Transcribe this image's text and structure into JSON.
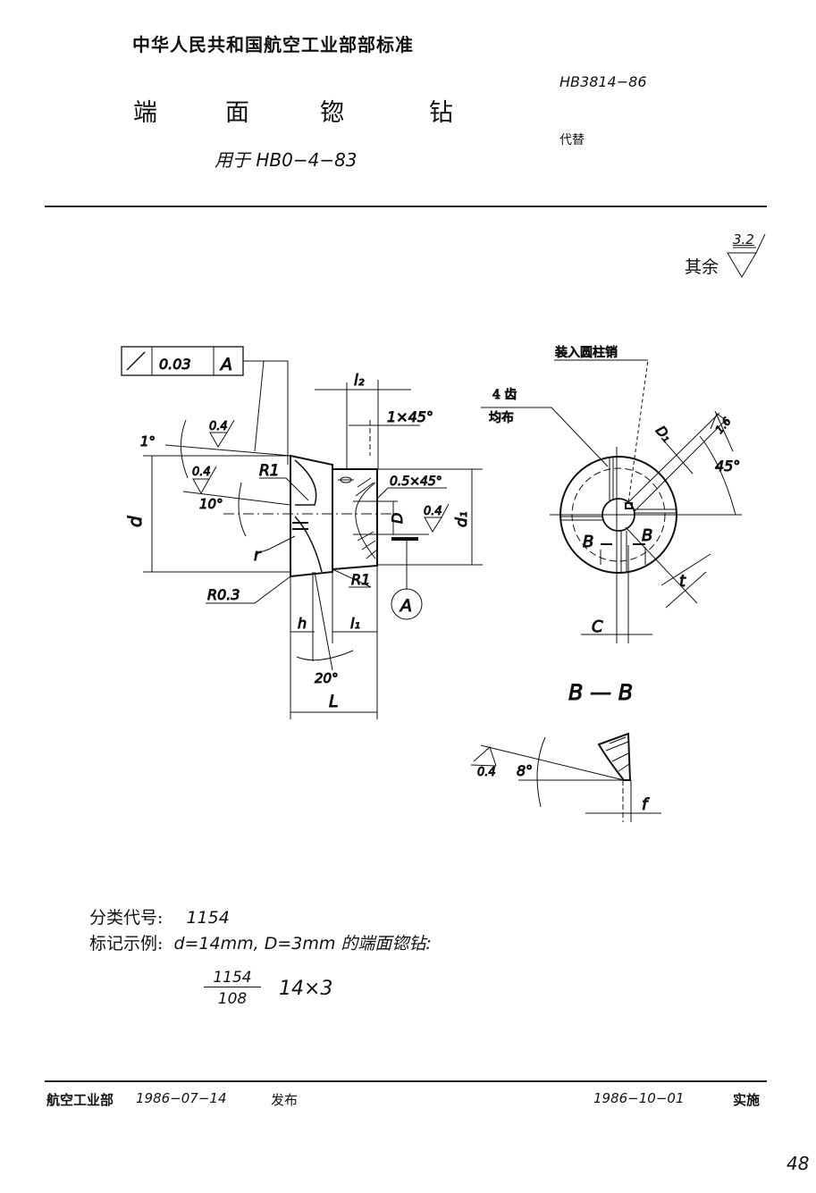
{
  "header": {
    "organization": "中华人民共和国航空工业部部标准",
    "title_chars": [
      "端",
      "面",
      "锪",
      "钻"
    ],
    "subtitle": "用于 HB0−4−83",
    "standard_code": "HB3814−86",
    "replaces_label": "代替"
  },
  "surface_finish_rest": {
    "label": "其余",
    "value": "3.2"
  },
  "side_view": {
    "tolerance_frame": {
      "symbol": "circular-runout",
      "value": "0.03",
      "datum": "A"
    },
    "labels": {
      "l2": "l₂",
      "chamfer_1": "1×45°",
      "roughness_top": "0.4",
      "angle_1": "1°",
      "roughness_left": "0.4",
      "r1_top": "R1",
      "angle_10": "10°",
      "chamfer_05": "0.5×45°",
      "D": "D",
      "roughness_bore": "0.4",
      "d1": "d₁",
      "d": "d",
      "r": "r",
      "r03": "R0.3",
      "r1_bottom": "R1",
      "datum_A": "A",
      "h": "h",
      "l1": "l₁",
      "angle_20": "20°",
      "L": "L"
    }
  },
  "end_view": {
    "pin_note": "装入圆柱销",
    "teeth_note_1": "4 齿",
    "teeth_note_2": "均布",
    "D1": "D₁",
    "roughness": "1.6",
    "angle_45": "45°",
    "B_left": "B",
    "B_right": "B",
    "t": "t",
    "C": "C",
    "section_label": "B — B"
  },
  "section_detail": {
    "roughness": "0.4",
    "angle": "8°",
    "f": "f"
  },
  "notes": {
    "classification_label": "分类代号:",
    "classification_value": "1154",
    "marking_label": "标记示例:",
    "marking_text": "d=14mm, D=3mm 的端面锪钻:",
    "fraction_top": "1154",
    "fraction_bottom": "108",
    "size": "14×3"
  },
  "footer": {
    "issuer": "航空工业部",
    "issue_date": "1986−07−14",
    "issue_label": "发布",
    "effective_date": "1986−10−01",
    "effective_label": "实施",
    "page_number": "48"
  }
}
